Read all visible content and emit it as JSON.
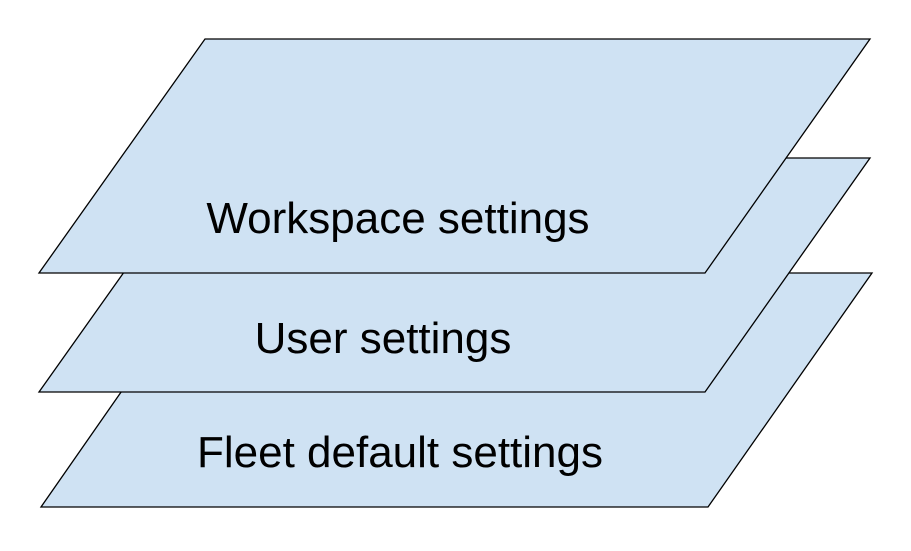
{
  "diagram": {
    "fill_color": "#cfe2f3",
    "stroke_color": "#000000",
    "layers": [
      {
        "label": "Fleet default settings"
      },
      {
        "label": "User settings"
      },
      {
        "label": "Workspace settings"
      }
    ]
  }
}
